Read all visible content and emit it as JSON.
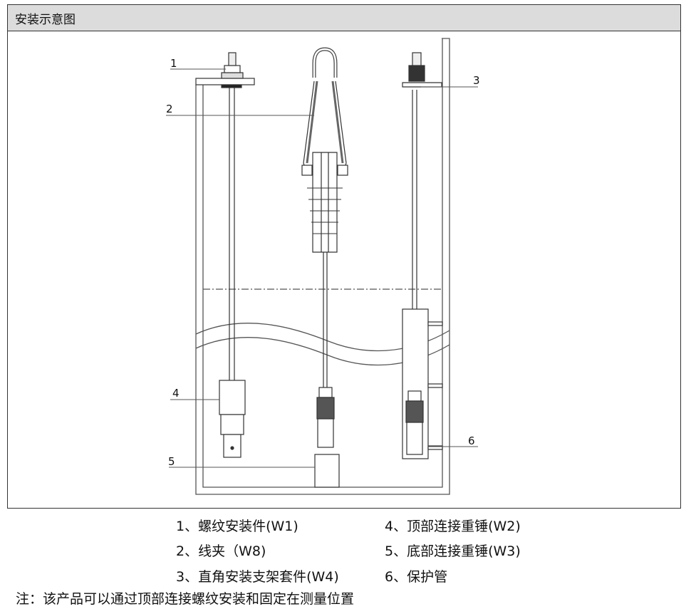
{
  "panel": {
    "title": "安装示意图"
  },
  "callouts": [
    "1",
    "2",
    "3",
    "4",
    "5",
    "6"
  ],
  "legend": {
    "items": [
      "1、螺纹安装件(W1)",
      "2、线夹（W8)",
      "3、直角安装支架套件(W4)",
      "4、顶部连接重锤(W2)",
      "5、底部连接重锤(W3)",
      "6、保护管"
    ]
  },
  "note": "注：该产品可以通过顶部连接螺纹安装和固定在测量位置"
}
